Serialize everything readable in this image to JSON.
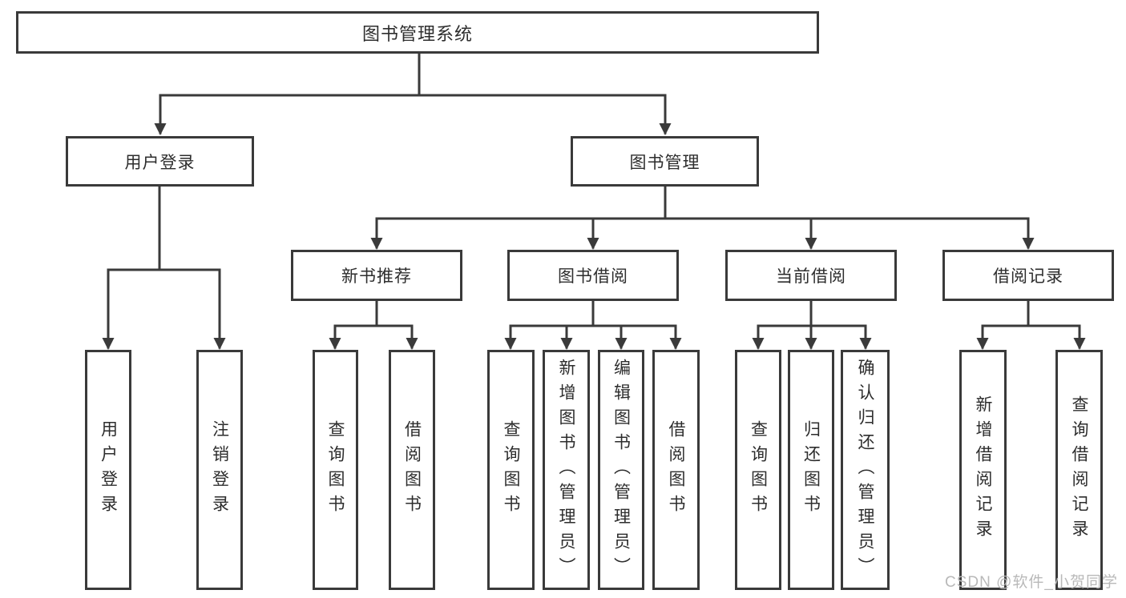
{
  "diagram": {
    "root": {
      "label": "图书管理系统"
    },
    "level2": [
      {
        "label": "用户登录"
      },
      {
        "label": "图书管理"
      }
    ],
    "level3": [
      {
        "label": "新书推荐"
      },
      {
        "label": "图书借阅"
      },
      {
        "label": "当前借阅"
      },
      {
        "label": "借阅记录"
      }
    ],
    "leaves": {
      "user_login": [
        {
          "label": "用户登录"
        },
        {
          "label": "注销登录"
        }
      ],
      "new_book_recommend": [
        {
          "label": "查询图书"
        },
        {
          "label": "借阅图书"
        }
      ],
      "book_borrow": [
        {
          "label": "查询图书"
        },
        {
          "label": "新增图书（管理员）"
        },
        {
          "label": "编辑图书（管理员）"
        },
        {
          "label": "借阅图书"
        }
      ],
      "current_borrow": [
        {
          "label": "查询图书"
        },
        {
          "label": "归还图书"
        },
        {
          "label": "确认归还（管理员）"
        }
      ],
      "borrow_record": [
        {
          "label": "新增借阅记录"
        },
        {
          "label": "查询借阅记录"
        }
      ]
    }
  },
  "watermark": {
    "text": "CSDN @软件_小贺同学"
  },
  "colors": {
    "line": "#3a3a3a",
    "text": "#2d2d2d",
    "watermark": "#b9b9b9",
    "background": "#ffffff"
  }
}
